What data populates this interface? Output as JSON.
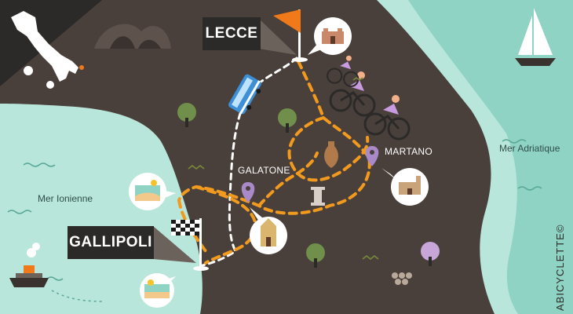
{
  "cities": {
    "lecce": "LECCE",
    "gallipoli": "GALLIPOLI",
    "galatone": "GALATONE",
    "martano": "MARTANO"
  },
  "seas": {
    "ionian": "Mer Ionienne",
    "adriatic": "Mer Adriatique"
  },
  "credit": "ABICYCLETTE©",
  "colors": {
    "sea": "#8fd3c4",
    "land": "#4a403b",
    "route_orange": "#f29a1e",
    "route_white": "#ffffff",
    "flag_orange": "#f07a1a",
    "tag_dark": "#2c2a28"
  },
  "icons": [
    "italy-map-icon",
    "flag-icon",
    "checkered-flag-icon",
    "bus-icon",
    "cyclist-icon",
    "location-pin-icon",
    "amphora-icon",
    "column-icon",
    "tree-icon",
    "sailboat-icon",
    "steamboat-icon",
    "castle-icon",
    "church-icon",
    "beach-icon",
    "hills-icon"
  ]
}
